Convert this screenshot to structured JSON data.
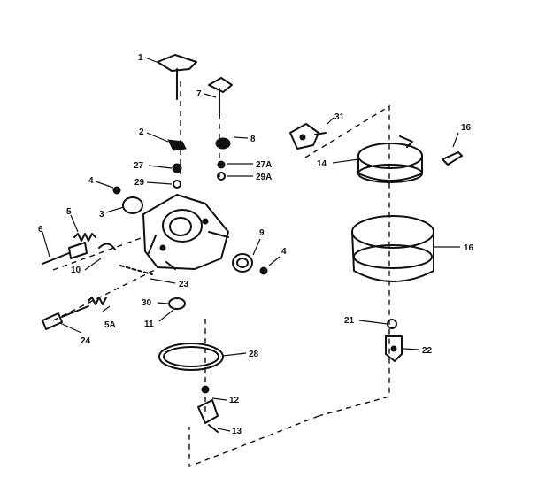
{
  "callouts": [
    {
      "id": "c1",
      "text": "1"
    },
    {
      "id": "c7",
      "text": "7"
    },
    {
      "id": "c2",
      "text": "2"
    },
    {
      "id": "c8",
      "text": "8"
    },
    {
      "id": "c27",
      "text": "27"
    },
    {
      "id": "c27a",
      "text": "27A"
    },
    {
      "id": "c29",
      "text": "29"
    },
    {
      "id": "c29a",
      "text": "29A"
    },
    {
      "id": "c4a",
      "text": "4"
    },
    {
      "id": "c3",
      "text": "3"
    },
    {
      "id": "c5",
      "text": "5"
    },
    {
      "id": "c6",
      "text": "6"
    },
    {
      "id": "c10",
      "text": "10"
    },
    {
      "id": "c23",
      "text": "23"
    },
    {
      "id": "c9",
      "text": "9"
    },
    {
      "id": "c4b",
      "text": "4"
    },
    {
      "id": "c30",
      "text": "30"
    },
    {
      "id": "c11",
      "text": "11"
    },
    {
      "id": "c5a",
      "text": "5A"
    },
    {
      "id": "c24",
      "text": "24"
    },
    {
      "id": "c28",
      "text": "28"
    },
    {
      "id": "c12",
      "text": "12"
    },
    {
      "id": "c13",
      "text": "13"
    },
    {
      "id": "c31",
      "text": "31"
    },
    {
      "id": "c14",
      "text": "14"
    },
    {
      "id": "c16a",
      "text": "16"
    },
    {
      "id": "c16b",
      "text": "16"
    },
    {
      "id": "c21",
      "text": "21"
    },
    {
      "id": "c22",
      "text": "22"
    }
  ]
}
